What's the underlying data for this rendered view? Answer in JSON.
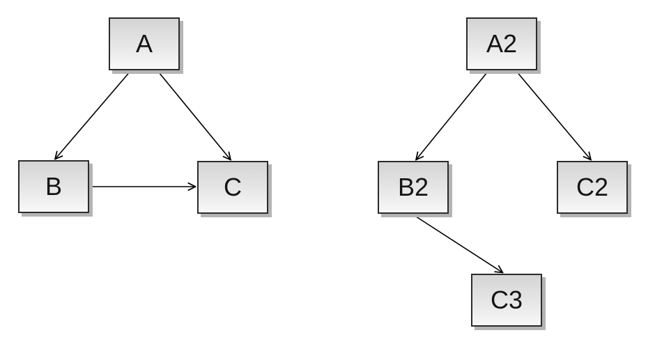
{
  "canvas": {
    "background": "#ffffff"
  },
  "style": {
    "node_fill_top": "#d4d4d4",
    "node_fill_bottom": "#f8f8f8",
    "node_border_color": "#2b2b2b",
    "node_shadow_color": "#b4b4b4",
    "label_color": "#141414",
    "arrow_color": "#000000"
  },
  "left_graph": {
    "nodes": [
      {
        "id": "A",
        "label": "A"
      },
      {
        "id": "B",
        "label": "B"
      },
      {
        "id": "C",
        "label": "C"
      }
    ],
    "edges": [
      {
        "from": "A",
        "to": "B"
      },
      {
        "from": "A",
        "to": "C"
      },
      {
        "from": "B",
        "to": "C"
      }
    ]
  },
  "right_graph": {
    "nodes": [
      {
        "id": "A2",
        "label": "A2"
      },
      {
        "id": "B2",
        "label": "B2"
      },
      {
        "id": "C2",
        "label": "C2"
      },
      {
        "id": "C3",
        "label": "C3"
      }
    ],
    "edges": [
      {
        "from": "A2",
        "to": "B2"
      },
      {
        "from": "A2",
        "to": "C2"
      },
      {
        "from": "B2",
        "to": "C3"
      }
    ]
  }
}
